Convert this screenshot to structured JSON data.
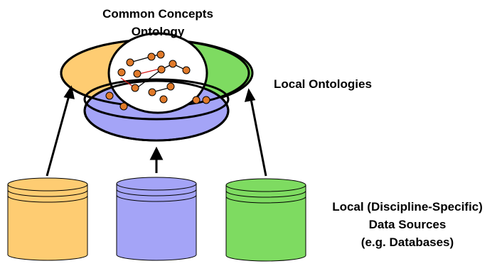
{
  "labels": {
    "common_ontology_line1": "Common Concepts",
    "common_ontology_line2": "Ontology",
    "local_ontologies": "Local Ontologies",
    "sources_line1": "Local (Discipline-Specific)",
    "sources_line2": "Data Sources",
    "sources_line3": "(e.g. Databases)"
  },
  "colors": {
    "orange": "#FECC72",
    "green": "#7EDB61",
    "blue": "#A4A4F7",
    "white": "#FFFFFF",
    "node": "#E07A2A",
    "edge_black": "#000000",
    "edge_red": "#D81A1A"
  },
  "ontologies": [
    {
      "id": "orange-ontology",
      "color_key": "orange"
    },
    {
      "id": "green-ontology",
      "color_key": "green"
    },
    {
      "id": "blue-ontology",
      "color_key": "blue"
    }
  ],
  "databases": [
    {
      "id": "orange-database",
      "color_key": "orange"
    },
    {
      "id": "blue-database",
      "color_key": "blue"
    },
    {
      "id": "green-database",
      "color_key": "green"
    }
  ]
}
